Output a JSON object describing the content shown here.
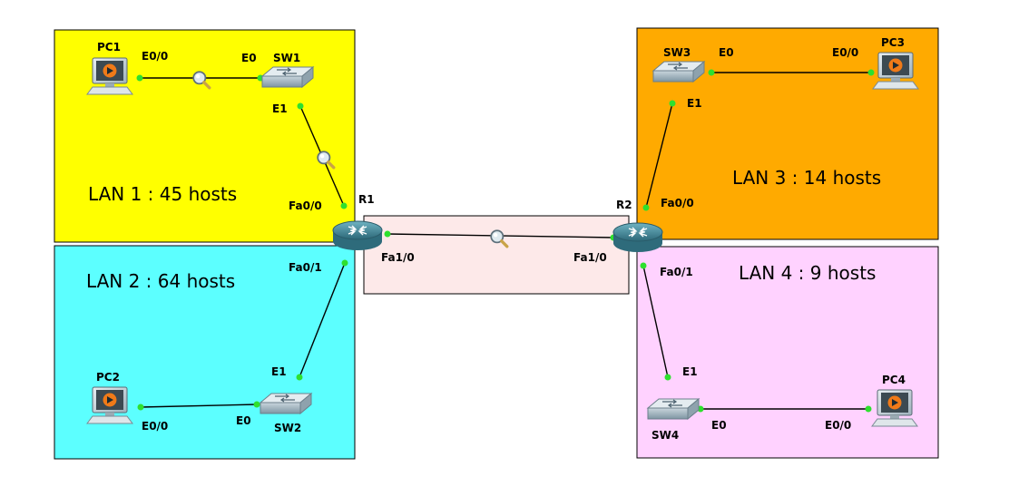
{
  "zones": {
    "lan1": {
      "label": "LAN 1 : 45 hosts",
      "color": "#ffff00"
    },
    "lan2": {
      "label": "LAN 2 : 64 hosts",
      "color": "#5cffff"
    },
    "lan3": {
      "label": "LAN 3 : 14 hosts",
      "color": "#ffaa00"
    },
    "lan4": {
      "label": "LAN 4 : 9 hosts",
      "color": "#ffd2ff"
    },
    "wan": {
      "label": "",
      "color": "#fde9e9"
    }
  },
  "devices": {
    "pc1": "PC1",
    "pc2": "PC2",
    "pc3": "PC3",
    "pc4": "PC4",
    "sw1": "SW1",
    "sw2": "SW2",
    "sw3": "SW3",
    "sw4": "SW4",
    "r1": "R1",
    "r2": "R2"
  },
  "ports": {
    "pc1_e00": "E0/0",
    "sw1_e0": "E0",
    "sw1_e1": "E1",
    "r1_fa00": "Fa0/0",
    "r1_fa01": "Fa0/1",
    "r1_fa10": "Fa1/0",
    "sw2_e1": "E1",
    "sw2_e0": "E0",
    "pc2_e00": "E0/0",
    "r2_fa10": "Fa1/0",
    "r2_fa00": "Fa0/0",
    "r2_fa01": "Fa0/1",
    "sw3_e1": "E1",
    "sw3_e0": "E0",
    "pc3_e00": "E0/0",
    "sw4_e1": "E1",
    "sw4_e0": "E0",
    "pc4_e00": "E0/0"
  },
  "colors": {
    "link_dot": "#2ee02e",
    "link_line": "#000000",
    "router": "#3d7f8e"
  }
}
